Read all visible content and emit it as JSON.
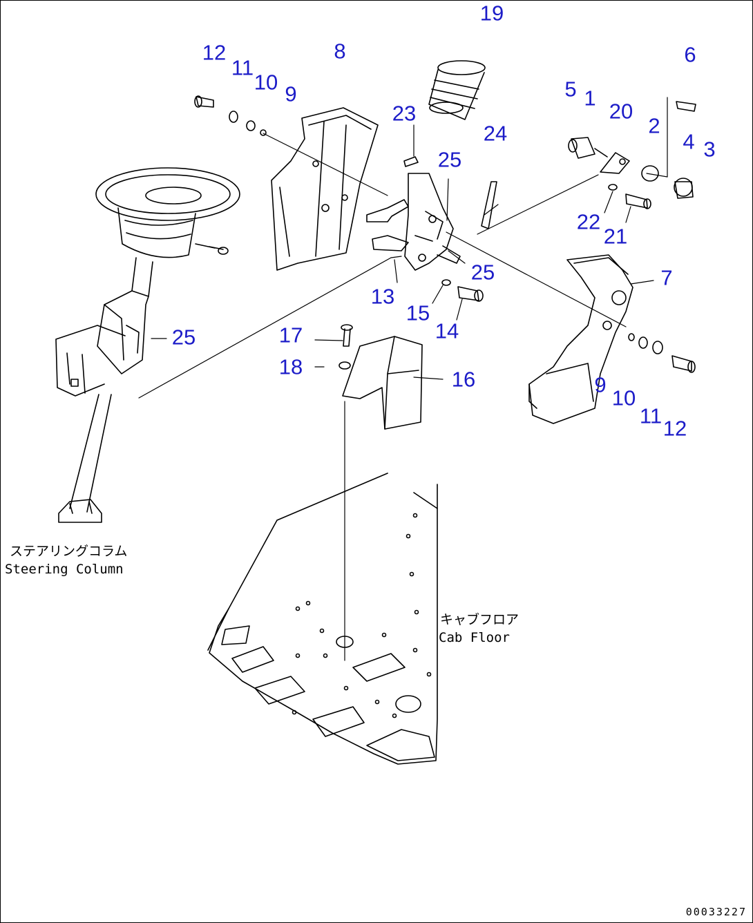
{
  "diagram": {
    "callouts": [
      "19",
      "12",
      "11",
      "10",
      "9",
      "8",
      "6",
      "5",
      "1",
      "20",
      "2",
      "4",
      "3",
      "23",
      "24",
      "25",
      "22",
      "21",
      "7",
      "25",
      "13",
      "15",
      "14",
      "17",
      "25",
      "18",
      "16",
      "9",
      "10",
      "11",
      "12"
    ],
    "captions": {
      "steering_jp": "ステアリングコラム",
      "steering_en": "Steering Column",
      "floor_jp": "キャブフロア",
      "floor_en": "Cab Floor"
    },
    "drawing_code": "00033227",
    "colors": {
      "callout": "#1c1cc8",
      "line": "#000000"
    }
  }
}
